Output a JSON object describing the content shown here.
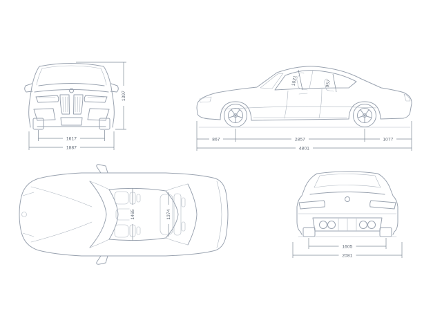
{
  "page": {
    "title": "Vehicle technical dimensions blueprint",
    "background_color": "#ffffff",
    "car_line_color": "#9aa3b0",
    "dimension_line_color": "#7f8a98",
    "dimension_text_color": "#5c6673",
    "units": "mm"
  },
  "views": {
    "front": {
      "name": "front-view",
      "height": "1397",
      "front_track": "1617",
      "body_width": "1887"
    },
    "side": {
      "name": "side-view",
      "interior_height_front": "1021",
      "interior_height_rear": "957",
      "front_overhang": "867",
      "wheelbase": "2857",
      "rear_overhang": "1077",
      "overall_length": "4801"
    },
    "top": {
      "name": "top-view",
      "interior_width_front": "1465",
      "interior_width_rear": "1374"
    },
    "rear": {
      "name": "rear-view",
      "rear_track": "1605",
      "overall_width_mirrors": "2081"
    }
  }
}
